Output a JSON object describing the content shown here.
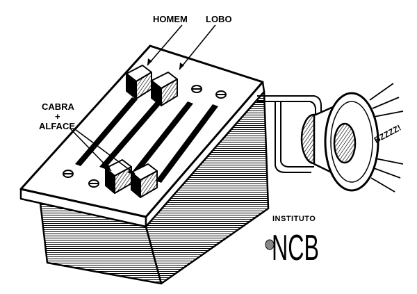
{
  "labels": {
    "homem": "HOMEM",
    "lobo": "LOBO",
    "cabra": "CABRA",
    "plus": "+",
    "alface": "ALFACE",
    "buzz": "BZZZZ!"
  },
  "logo": {
    "instituto": "INSTITUTO",
    "ncb": "NCB"
  },
  "colors": {
    "ink": "#000000",
    "paper": "#ffffff",
    "shade": "#3a3a3a"
  }
}
